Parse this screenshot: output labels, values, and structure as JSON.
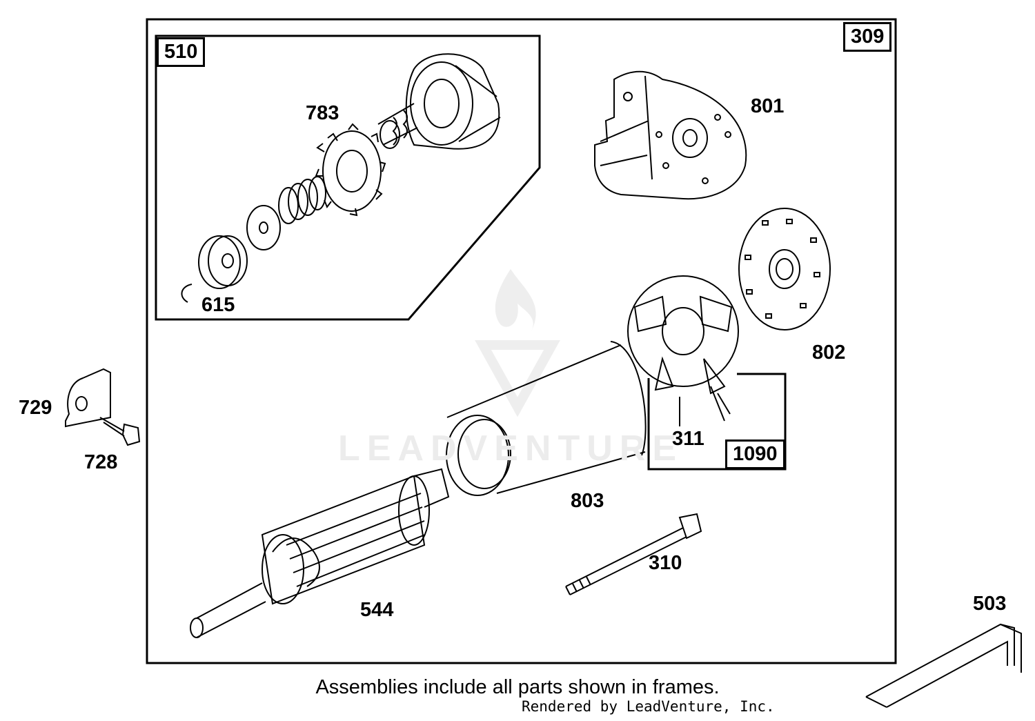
{
  "diagram": {
    "labels": {
      "p309": "309",
      "p510": "510",
      "p783": "783",
      "p615": "615",
      "p801": "801",
      "p802": "802",
      "p311": "311",
      "p1090": "1090",
      "p803": "803",
      "p310": "310",
      "p544": "544",
      "p729": "729",
      "p728": "728",
      "p503": "503"
    },
    "caption": "Assemblies include all parts shown in frames.",
    "credit": "Rendered by LeadVenture, Inc.",
    "watermark": "LEADVENTURE",
    "colors": {
      "line": "#000000",
      "watermark": "#ececec",
      "background": "#ffffff"
    }
  }
}
